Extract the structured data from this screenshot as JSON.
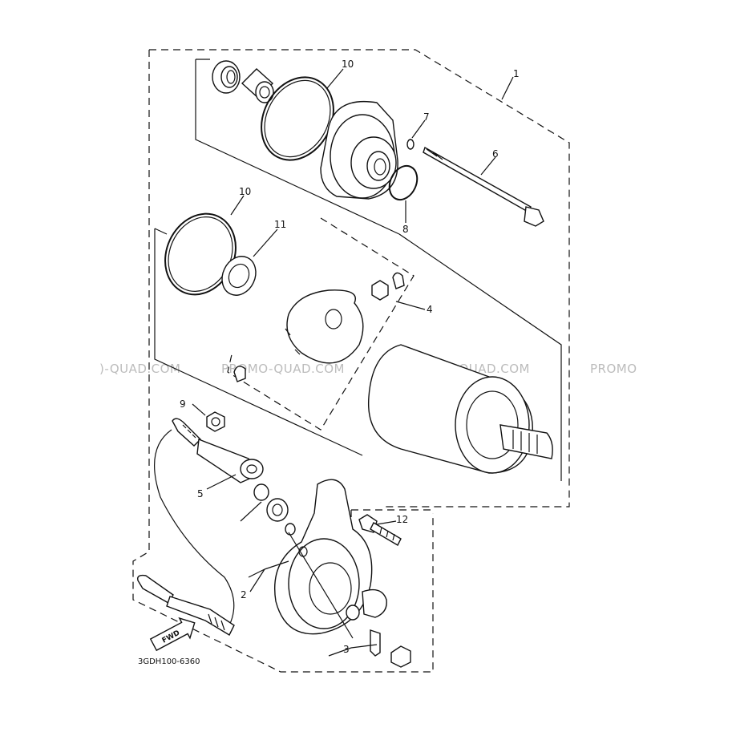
{
  "diagram": {
    "reference_code": "3GDH100-6360",
    "watermarks": [
      ")-QUAD.COM",
      "PROMO-QUAD.COM",
      "PROMO-QUAD.COM",
      "PROMO"
    ],
    "fwd_label": "FWD",
    "callouts": [
      {
        "id": "c1",
        "label": "1"
      },
      {
        "id": "c10a",
        "label": "10"
      },
      {
        "id": "c7",
        "label": "7"
      },
      {
        "id": "c6",
        "label": "6"
      },
      {
        "id": "c8",
        "label": "8"
      },
      {
        "id": "c10b",
        "label": "10"
      },
      {
        "id": "c11",
        "label": "11"
      },
      {
        "id": "c4",
        "label": "4"
      },
      {
        "id": "c9",
        "label": "9"
      },
      {
        "id": "c5",
        "label": "5"
      },
      {
        "id": "c12",
        "label": "12"
      },
      {
        "id": "c2",
        "label": "2"
      },
      {
        "id": "c3",
        "label": "3"
      }
    ]
  }
}
